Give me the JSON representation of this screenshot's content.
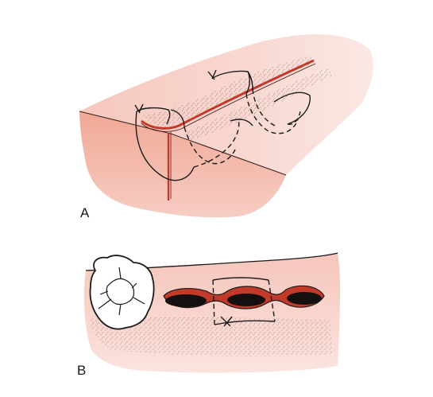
{
  "panels": [
    {
      "id": "A",
      "label": "A"
    },
    {
      "id": "B",
      "label": "B"
    }
  ],
  "colors": {
    "tissue_light": "#f7d3cc",
    "tissue_mid": "#f2b9ad",
    "tissue_dark": "#e68c78",
    "incision_red": "#c23a2a",
    "ink": "#1a1a1a",
    "socket_dark": "#151010",
    "tooth_fill": "#ffffff"
  },
  "icons": {
    "panel_a": "interrupted-suture-over-incision",
    "panel_b": "figure-eight-suture-over-extraction-sockets",
    "tooth": "molar-tooth-occlusal-view"
  }
}
